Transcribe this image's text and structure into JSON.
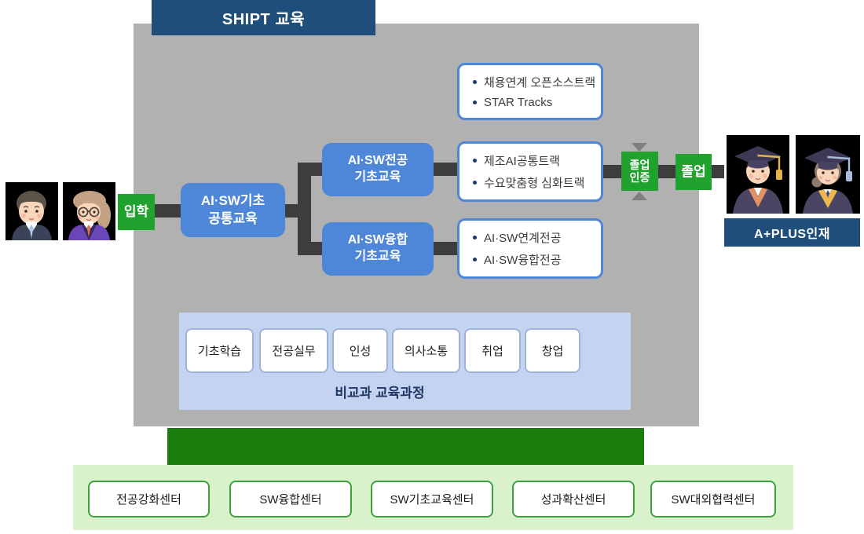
{
  "diagram": {
    "title": "SHIPT 교육",
    "admission": "입학",
    "foundation_box": {
      "line1": "AI·SW기초",
      "line2": "공통교육"
    },
    "branch_major": {
      "line1": "AI·SW전공",
      "line2": "기초교육"
    },
    "branch_convergence": {
      "line1": "AI·SW융합",
      "line2": "기초교육"
    },
    "tracks_top": {
      "item1": "채용연계 오픈소스트랙",
      "item2": "STAR Tracks"
    },
    "tracks_mid": {
      "item1": "제조AI공통트랙",
      "item2": "수요맞춤형 심화트랙"
    },
    "tracks_bottom": {
      "item1": "AI·SW연계전공",
      "item2": "AI·SW융합전공"
    },
    "grad_cert": {
      "line1": "졸업",
      "line2": "인증"
    },
    "graduation": "졸업",
    "talent": "A+PLUS인재"
  },
  "extracurricular": {
    "title": "비교과 교육과정",
    "items": [
      "기초학습",
      "전공실무",
      "인성",
      "의사소통",
      "취업",
      "창업"
    ]
  },
  "centers": {
    "items": [
      "전공강화센터",
      "SW융합센터",
      "SW기초교육센터",
      "성과확산센터",
      "SW대외협력센터"
    ]
  },
  "icons": {
    "left": [
      "student-male",
      "student-female"
    ],
    "right": [
      "graduate-male",
      "graduate-female"
    ]
  },
  "colors": {
    "banner_navy": "#1e4e79",
    "box_blue": "#4e86d8",
    "badge_green": "#21a12e",
    "support_bar_green": "#1b7d0d",
    "panel_light_green": "#d9f2cc",
    "panel_light_blue": "#c3d3f0",
    "canvas_gray": "#b1b1b1",
    "connector_dark": "#3d3d3d"
  }
}
